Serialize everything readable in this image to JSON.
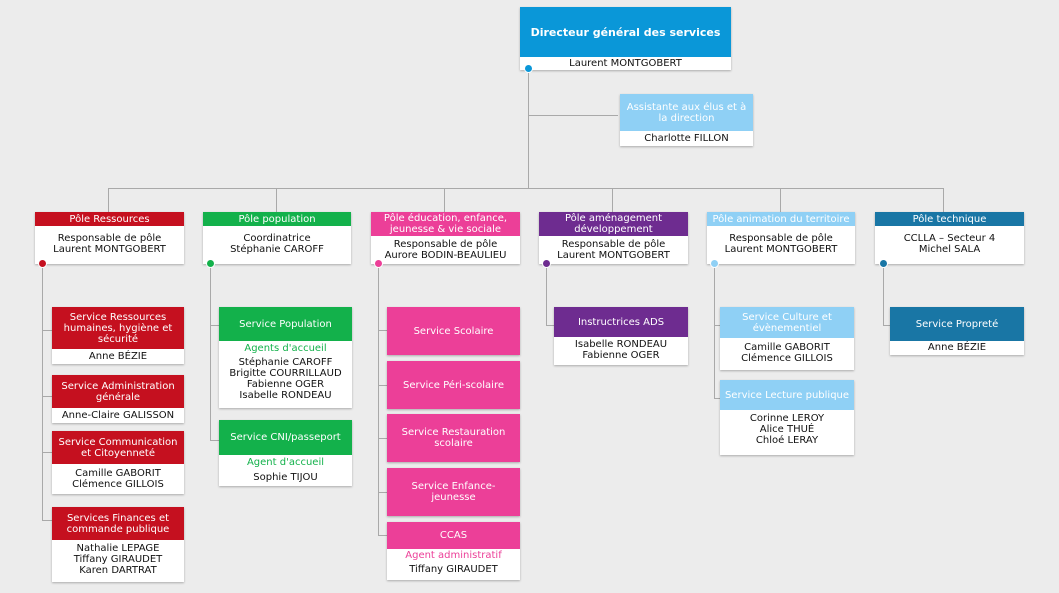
{
  "colors": {
    "red": "#c5101f",
    "green": "#13b14b",
    "pink": "#ec3f98",
    "purple": "#6e2c90",
    "light_blue": "#8fd0f5",
    "teal": "#1976a5",
    "cyan": "#0a97d8",
    "connector": "#a9a9a9"
  },
  "dg": {
    "title": "Directeur général des services",
    "name": "Laurent MONTGOBERT"
  },
  "assistant": {
    "title": "Assistante aux élus et à la direction",
    "name": "Charlotte FILLON"
  },
  "poles": [
    {
      "title": "Pôle Ressources",
      "lines": [
        "Responsable de pôle",
        "Laurent MONTGOBERT"
      ],
      "services": [
        {
          "title": "Service Ressources humaines, hygiène et sécurité",
          "lines": [
            "Anne BÉZIE"
          ]
        },
        {
          "title": "Service Administration générale",
          "lines": [
            "Anne-Claire GALISSON"
          ]
        },
        {
          "title": "Service Communication et Citoyenneté",
          "lines": [
            "Camille GABORIT",
            "Clémence GILLOIS"
          ]
        },
        {
          "title": "Services Finances et commande publique",
          "lines": [
            "Nathalie LEPAGE",
            "Tiffany GIRAUDET",
            "Karen DARTRAT"
          ]
        }
      ]
    },
    {
      "title": "Pôle population",
      "lines": [
        "Coordinatrice",
        "Stéphanie CAROFF"
      ],
      "services": [
        {
          "title": "Service Population",
          "subtitle": "Agents d'accueil",
          "lines": [
            "Stéphanie CAROFF",
            "Brigitte COURRILLAUD",
            "Fabienne OGER",
            "Isabelle RONDEAU"
          ]
        },
        {
          "title": "Service CNI/passeport",
          "subtitle": "Agent d'accueil",
          "lines": [
            "Sophie TIJOU"
          ]
        }
      ]
    },
    {
      "title": "Pôle éducation, enfance, jeunesse & vie sociale",
      "lines": [
        "Responsable de pôle",
        "Aurore BODIN-BEAULIEU"
      ],
      "services": [
        {
          "title": "Service Scolaire"
        },
        {
          "title": "Service Péri-scolaire"
        },
        {
          "title": "Service Restauration scolaire"
        },
        {
          "title": "Service Enfance-jeunesse"
        },
        {
          "title": "CCAS",
          "subtitle": "Agent administratif",
          "lines": [
            "Tiffany GIRAUDET"
          ]
        }
      ]
    },
    {
      "title": "Pôle aménagement développement",
      "lines": [
        "Responsable de pôle",
        "Laurent MONTGOBERT"
      ],
      "services": [
        {
          "title": "Instructrices ADS",
          "lines": [
            "Isabelle RONDEAU",
            "Fabienne OGER"
          ]
        }
      ]
    },
    {
      "title": "Pôle animation du territoire",
      "lines": [
        "Responsable de pôle",
        "Laurent MONTGOBERT"
      ],
      "services": [
        {
          "title": "Service Culture et évènementiel",
          "lines": [
            "Camille GABORIT",
            "Clémence GILLOIS"
          ]
        },
        {
          "title": "Service Lecture publique",
          "lines": [
            "Corinne LEROY",
            "Alice THUÉ",
            "Chloé LERAY"
          ]
        }
      ]
    },
    {
      "title": "Pôle technique",
      "lines": [
        "CCLLA – Secteur 4",
        "Michel SALA"
      ],
      "services": [
        {
          "title": "Service Propreté",
          "lines": [
            "Anne BÉZIE"
          ]
        }
      ]
    }
  ]
}
